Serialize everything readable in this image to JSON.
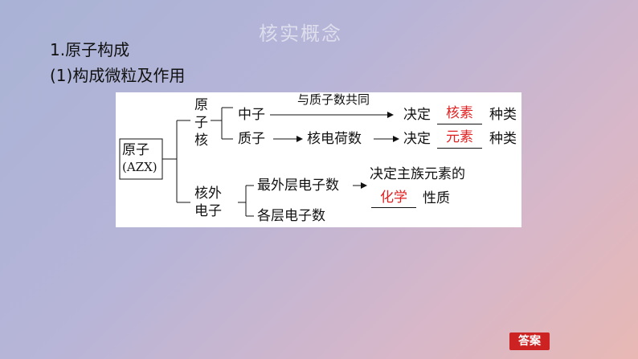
{
  "banner_text": "核实概念",
  "heading1": "1.原子构成",
  "heading2": "(1)构成微粒及作用",
  "diagram": {
    "atom_label": "原子",
    "atom_symbol": "(AZX)",
    "nucleus_label": [
      "原",
      "子",
      "核"
    ],
    "electron_label": [
      "核外",
      "电子"
    ],
    "neutron": "中子",
    "proton": "质子",
    "arrow_note_top": "与质子数共同",
    "nuclear_charge": "核电荷数",
    "decide": "决定",
    "answer_1": "核素",
    "answer_2": "元素",
    "kind": "种类",
    "outer_electrons": "最外层电子数",
    "decide_main_group": "决定主族元素的",
    "answer_3": "化学",
    "property": "性质",
    "layer_electrons": "各层电子数"
  },
  "answer_button": "答案"
}
